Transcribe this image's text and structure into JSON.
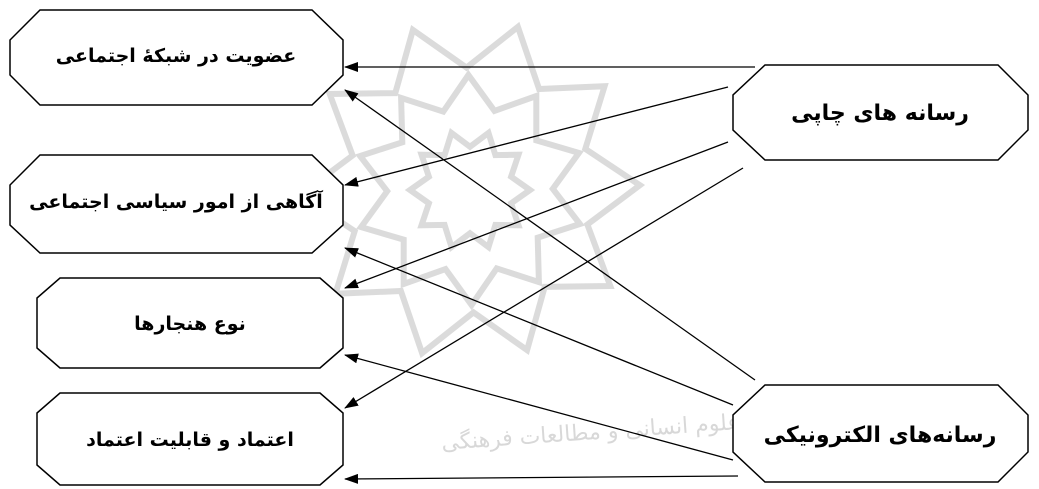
{
  "diagram": {
    "sources": [
      {
        "id": "print",
        "label": "رسانه های چاپی"
      },
      {
        "id": "electronic",
        "label": "رسانه‌های الکترونیکی"
      }
    ],
    "targets": [
      {
        "id": "membership",
        "label": "عضویت در شبکهٔ اجتماعی"
      },
      {
        "id": "awareness",
        "label": "آگاهی از امور سیاسی اجتماعی"
      },
      {
        "id": "norms",
        "label": "نوع هنجارها"
      },
      {
        "id": "trust",
        "label": "اعتماد و قابلیت اعتماد"
      }
    ],
    "edges": [
      {
        "from": "print",
        "to": "membership"
      },
      {
        "from": "print",
        "to": "awareness"
      },
      {
        "from": "print",
        "to": "norms"
      },
      {
        "from": "print",
        "to": "trust"
      },
      {
        "from": "electronic",
        "to": "membership"
      },
      {
        "from": "electronic",
        "to": "awareness"
      },
      {
        "from": "electronic",
        "to": "norms"
      },
      {
        "from": "electronic",
        "to": "trust"
      }
    ],
    "watermark": "پژوهشگاه علوم انسانی و مطالعات فرهنگی",
    "colors": {
      "stroke": "#000000",
      "watermark": "#c8c8c8",
      "background": "#ffffff"
    }
  }
}
